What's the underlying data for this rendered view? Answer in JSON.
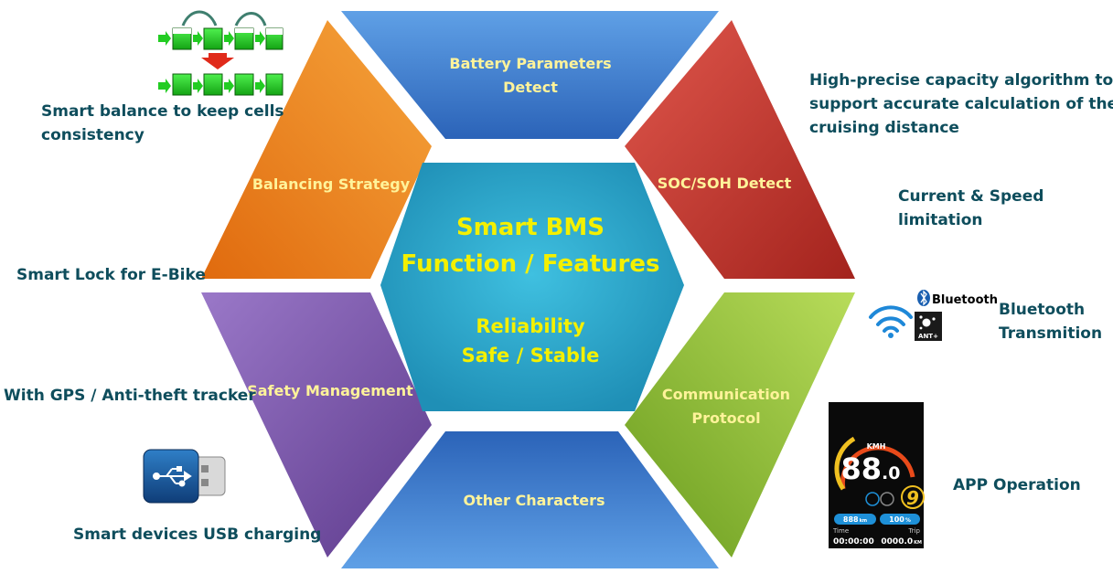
{
  "hub": {
    "title_line1": "Smart BMS",
    "title_line2": "Function / Features",
    "sub_line1": "Reliability",
    "sub_line2": "Safe / Stable"
  },
  "segments": {
    "top": {
      "line1": "Battery Parameters",
      "line2": "Detect",
      "color": "#3c7fd0"
    },
    "upper_right": {
      "line1": "SOC/SOH Detect",
      "color": "#c0392f"
    },
    "lower_right": {
      "line1": "Communication",
      "line2": "Protocol",
      "color": "#8cbe36"
    },
    "bottom": {
      "line1": "Other Characters",
      "color": "#3c7fd0"
    },
    "lower_left": {
      "line1": "Safety Management",
      "color": "#7b55a6"
    },
    "upper_left": {
      "line1": "Balancing Strategy",
      "color": "#f08a1e"
    }
  },
  "notes": {
    "balance": [
      "Smart balance to keep cells",
      "consistency"
    ],
    "capacity": [
      "High-precise capacity algorithm to",
      "support accurate calculation of the",
      "cruising distance"
    ],
    "current": [
      "Current & Speed",
      "limitation"
    ],
    "lock": "Smart Lock for E-Bike",
    "bluetooth": [
      "Bluetooth",
      "Transmition"
    ],
    "gps": "With GPS / Anti-theft tracker",
    "app": "APP Operation",
    "usb": "Smart devices USB charging"
  },
  "icons": {
    "bluetooth_logo": "Bluetooth",
    "ant_logo": "ANT+",
    "cells": "battery-cells-balance-icon",
    "usb": "usb-drive-icon",
    "wifi": "wireless-signal-icon",
    "display": "ebike-display-icon"
  },
  "display": {
    "unit": "KMH",
    "speed_main": "88",
    "speed_decimal": ".0",
    "gear": "9",
    "range": "888",
    "range_unit": "km",
    "battery": "100",
    "battery_unit": "%",
    "time_label": "Time",
    "trip_label": "Trip",
    "time_value": "00:00:00",
    "trip_value": "0000.0",
    "trip_unit": "KM"
  },
  "colors": {
    "note_text": "#0e4d5c",
    "segment_text": "#fff39a",
    "hub_text": "#f4f000",
    "hub_fill": "#2aa7cc"
  }
}
